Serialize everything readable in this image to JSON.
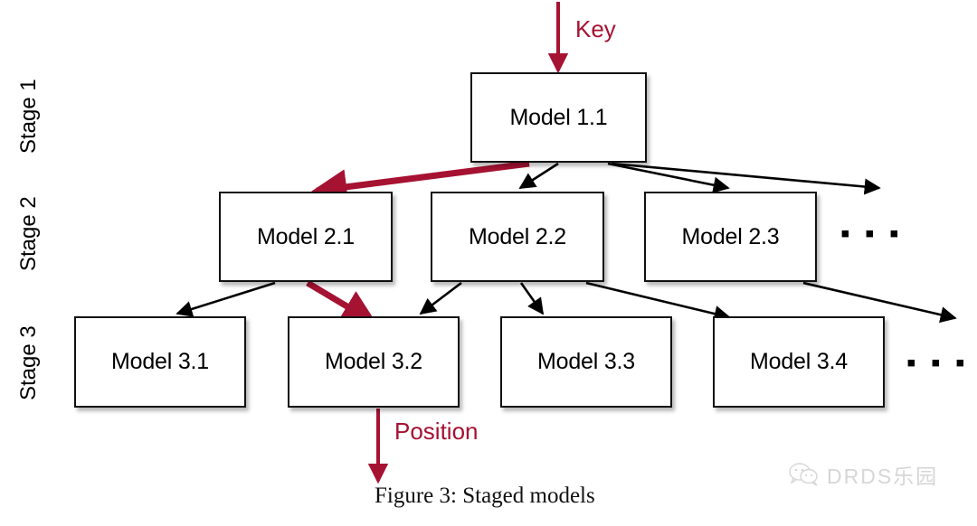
{
  "figure": {
    "caption": "Figure 3: Staged models",
    "background_color": "#ffffff",
    "highlight_color": "#a61232",
    "line_color": "#000000"
  },
  "stages": [
    {
      "label": "Stage 1"
    },
    {
      "label": "Stage 2"
    },
    {
      "label": "Stage 3"
    }
  ],
  "nodes": {
    "stage1": [
      {
        "label": "Model 1.1"
      }
    ],
    "stage2": [
      {
        "label": "Model 2.1"
      },
      {
        "label": "Model 2.2"
      },
      {
        "label": "Model 2.3"
      }
    ],
    "stage3": [
      {
        "label": "Model 3.1"
      },
      {
        "label": "Model 3.2"
      },
      {
        "label": "Model 3.3"
      },
      {
        "label": "Model 3.4"
      }
    ]
  },
  "ellipses": {
    "stage2": "▪ ▪ ▪",
    "stage3": "▪ ▪ ▪"
  },
  "flow_labels": {
    "input": "Key",
    "output": "Position"
  },
  "watermark": {
    "text": "DRDS乐园",
    "icon": "wechat-bubbles-icon"
  }
}
